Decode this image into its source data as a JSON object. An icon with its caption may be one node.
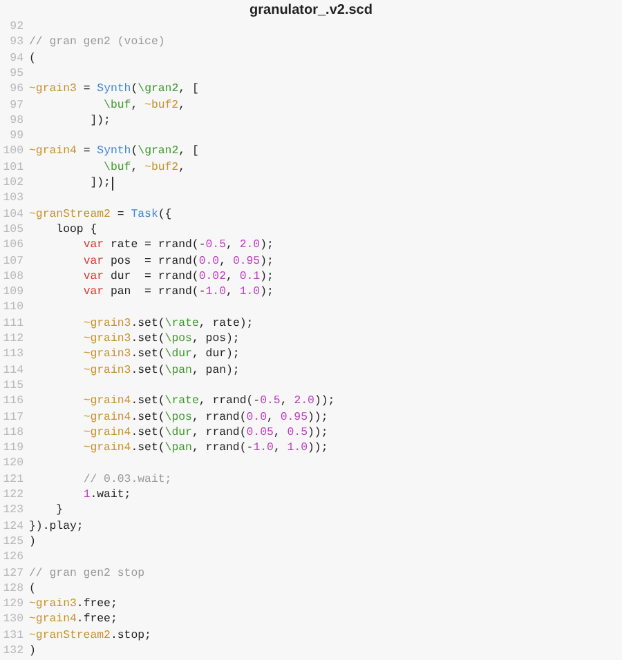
{
  "diagram": {
    "title": "granulator_.v2.scd",
    "labels": [
      "92",
      "93",
      "// gran gen2 (voice)",
      "94",
      "(",
      "95",
      "96",
      "~grain3 = Synth(\\gran2, [",
      "97",
      "           \\buf, ~buf2,",
      "98",
      "         ]);",
      "99",
      "100",
      "~grain4 = Synth(\\gran2, [",
      "101",
      "           \\buf, ~buf2,",
      "102",
      "         ]);",
      "103",
      "104",
      "~granStream2 = Task({",
      "105",
      "    loop {",
      "106",
      "        var rate = rrand(-0.5, 2.0);",
      "107",
      "        var pos  = rrand(0.0, 0.95);",
      "108",
      "        var dur  = rrand(0.02, 0.1);",
      "109",
      "        var pan  = rrand(-1.0, 1.0);",
      "110",
      "111",
      "        ~grain3.set(\\rate, rate);",
      "112",
      "        ~grain3.set(\\pos, pos);",
      "113",
      "        ~grain3.set(\\dur, dur);",
      "114",
      "        ~grain3.set(\\pan, pan);",
      "115",
      "116",
      "        ~grain4.set(\\rate, rrand(-0.5, 2.0));",
      "117",
      "        ~grain4.set(\\pos, rrand(0.0, 0.95));",
      "118",
      "        ~grain4.set(\\dur, rrand(0.05, 0.5));",
      "119",
      "        ~grain4.set(\\pan, rrand(-1.0, 1.0));",
      "120",
      "121",
      "        // 0.03.wait;",
      "122",
      "        1.wait;",
      "123",
      "    }",
      "124",
      "}).play;",
      "125",
      ")",
      "126",
      "127",
      "// gran gen2 stop",
      "128",
      "(",
      "129",
      "~grain3.free;",
      "130",
      "~grain4.free;",
      "131",
      "~granStream2.stop;",
      "132",
      ")"
    ]
  }
}
